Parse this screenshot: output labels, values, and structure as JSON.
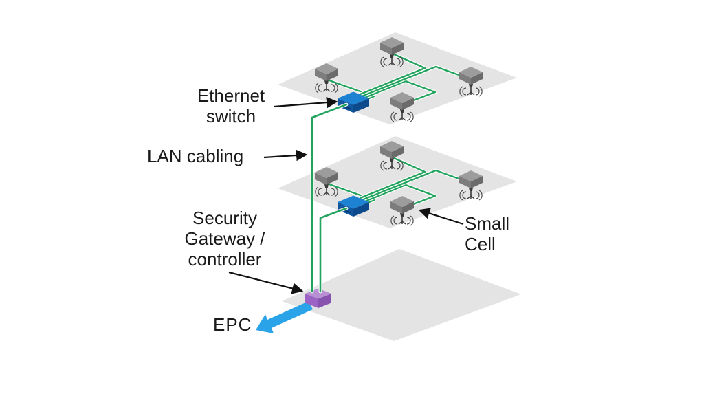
{
  "diagram": {
    "type": "isometric network topology",
    "subject": "In-building small cell LAN architecture"
  },
  "labels": {
    "ethernet_switch_line1": "Ethernet",
    "ethernet_switch_line2": "switch",
    "lan_cabling": "LAN cabling",
    "security_gateway_line1": "Security",
    "security_gateway_line2": "Gateway /",
    "security_gateway_line3": "controller",
    "small_cell_line1": "Small",
    "small_cell_line2": "Cell",
    "epc": "EPC"
  },
  "icons": {
    "small_cell": "gray-3d-radio-box-with-stand-and-wave-arcs",
    "ethernet_switch": "blue-3d-box",
    "security_gateway": "purple-3d-box",
    "epc_link": "thick-blue-arrow",
    "annotation_pointer": "thin-black-arrow",
    "floor": "light-gray-isometric-plane"
  },
  "counts": {
    "floors_with_equipment": 2,
    "small_cells_per_floor": 4,
    "switches_per_floor": 1,
    "risers": 2
  },
  "colors": {
    "background": "#ffffff",
    "floor": "#e4e4e4",
    "cable_green": "#22a35e",
    "switch_top": "#1e82d2",
    "switch_front": "#1057a0",
    "switch_side": "#0d4a8c",
    "cell_top": "#9c9c9c",
    "cell_front": "#7d7d7d",
    "cell_side": "#6b6b6b",
    "gateway_top": "#b78fd2",
    "gateway_front": "#9a63c4",
    "gateway_side": "#8753ae",
    "epc_arrow": "#2ba3e8",
    "label_text": "#1a1a1a",
    "annotation_arrow": "#111111"
  }
}
